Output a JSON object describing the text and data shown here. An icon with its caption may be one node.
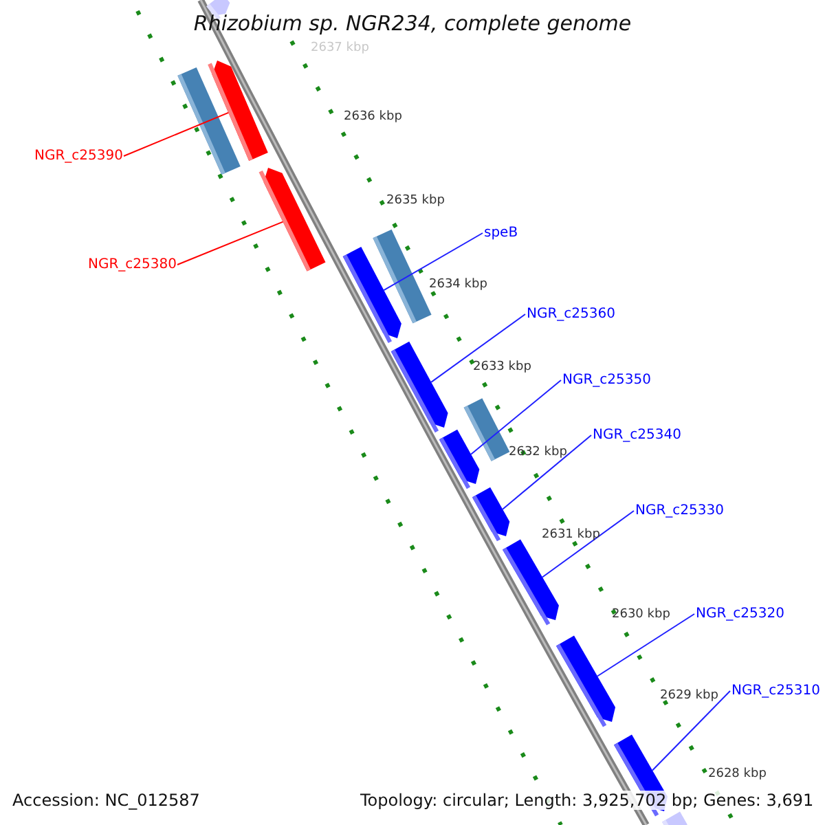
{
  "diagram": {
    "title": "Rhizobium sp. NGR234, complete genome",
    "nodes": [
      {
        "text": [
          "NGR_c25390"
        ]
      },
      {
        "text": [
          "NGR_c25380"
        ]
      },
      {
        "text": [
          "speB"
        ]
      },
      {
        "text": [
          "NGR_c25360"
        ]
      },
      {
        "text": [
          "NGR_c25350"
        ]
      },
      {
        "text": [
          "NGR_c25340"
        ]
      },
      {
        "text": [
          "NGR_c25330"
        ]
      },
      {
        "text": [
          "NGR_c25320"
        ]
      },
      {
        "text": [
          "NGR_c25310"
        ]
      },
      {
        "text": [],
        "shape": "arrow"
      },
      {
        "text": [],
        "shape": "arrow"
      },
      {
        "text": [],
        "shape": "arrow"
      },
      {
        "text": [],
        "shape": "arrow"
      },
      {
        "text": [],
        "shape": "arrow"
      },
      {
        "text": [],
        "shape": "arrow"
      },
      {
        "text": [],
        "shape": "arrow"
      },
      {
        "text": [],
        "shape": "arrow"
      },
      {
        "text": [],
        "shape": "arrow"
      }
    ],
    "edges": [
      {
        "from": 0,
        "to": 9,
        "arrow": "none",
        "color": "#ff0000"
      },
      {
        "from": 1,
        "to": 10,
        "arrow": "none",
        "color": "#ff0000"
      },
      {
        "from": 2,
        "to": 11,
        "arrow": "none"
      },
      {
        "from": 3,
        "to": 12,
        "arrow": "none"
      },
      {
        "from": 4,
        "to": 13,
        "arrow": "none"
      },
      {
        "from": 5,
        "to": 14,
        "arrow": "none"
      },
      {
        "from": 6,
        "to": 15,
        "arrow": "none"
      },
      {
        "from": 7,
        "to": 16,
        "arrow": "none"
      },
      {
        "from": 8,
        "to": 17,
        "arrow": "none"
      }
    ],
    "labels": [
      "2637 kbp",
      "2636 kbp",
      "2635 kbp",
      "2634 kbp",
      "2633 kbp",
      "2632 kbp",
      "2631 kbp",
      "2630 kbp",
      "2629 kbp",
      "2628 kbp",
      "Accession: NC_012587",
      "Topology: circular; Length: 3,925,702 bp; Genes: 3,691"
    ]
  }
}
